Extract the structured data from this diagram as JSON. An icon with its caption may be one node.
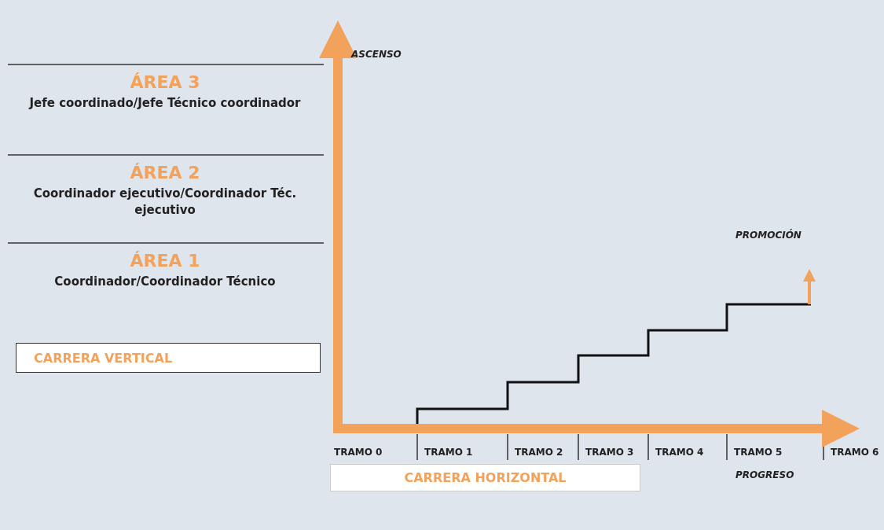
{
  "diagram": {
    "nodes": [
      {
        "text": [
          "ÁREA 3",
          "Jefe coordinado/Jefe Técnico coordinador"
        ]
      },
      {
        "text": [
          "ÁREA 2",
          "Coordinador ejecutivo/Coordinador Téc. ejecutivo"
        ]
      },
      {
        "text": [
          "ÁREA 1",
          "Coordinador/Coordinador Técnico"
        ]
      },
      {
        "text": [
          "CARRERA VERTICAL"
        ]
      },
      {
        "text": [
          "CARRERA HORIZONTAL"
        ]
      }
    ],
    "edges": [],
    "labels": [
      "ASCENSO",
      "PROMOCIÓN",
      "TRAMO 0",
      "TRAMO 1",
      "TRAMO 2",
      "TRAMO 3",
      "TRAMO 4",
      "TRAMO 5",
      "TRAMO 6",
      "PROGRESO"
    ]
  }
}
